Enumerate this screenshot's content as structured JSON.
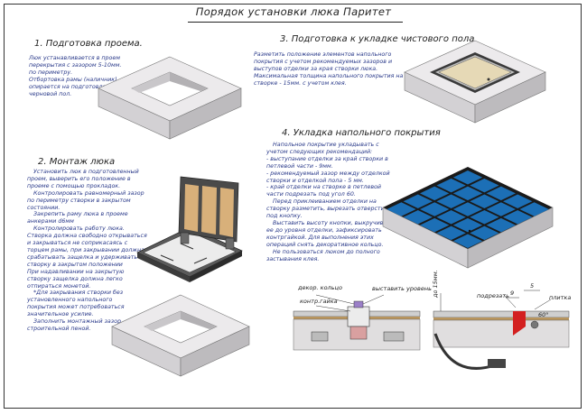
{
  "title": "Порядок установки люка Паритет",
  "steps": {
    "s1": {
      "heading": "1. Подготовка проема.",
      "lines": [
        "Люк устанавливается в проем",
        "перекрытия с зазором 5-10мм.",
        "по периметру.",
        "Отбортовка рамы (наличник)",
        "опирается на подготовленный",
        "черновой пол."
      ]
    },
    "s2": {
      "heading": "2. Монтаж люка",
      "lines": [
        "Установить люк в подготовленный",
        "проем, выверить его положение в",
        "проеме с помощью прокладок.",
        "Контролировать равномерный зазор",
        "по периметру створки в закрытом",
        "состоянии.",
        "Закрепить раму люка в проеме",
        "анкерами d6мм",
        "Контролировать работу люка.",
        "Створка должна свободно открываться",
        "и закрываться не соприкасаясь с",
        "торцем рамы, при закрывании должна",
        "срабатывать защелка и удерживать",
        "створку в закрытом положении",
        "При надавливании на закрытую",
        "створку защелка должна легко",
        "отпираться монетой.",
        "*Для закрывания створки без",
        "установленного напольного",
        "покрытия может потребоваться",
        "значительное усилие.",
        "Заполнить монтажный зазор",
        "строительной пеной."
      ]
    },
    "s3": {
      "heading": "3. Подготовка к укладке чистового пола",
      "lines": [
        "Разметить положение элементов напольного",
        "покрытия с учетом рекомендуемых зазоров и",
        "выступов отделки за края створки люка.",
        "Максимальная толщина напольного покрытия на",
        "створке - 15мм. с учетом клея."
      ]
    },
    "s4": {
      "heading": "4. Укладка напольного покрытия",
      "lines": [
        "Напольное покрытие укладывать с",
        "учетом следующих рекомендаций:",
        "- выступание отделки за край створки в",
        "петлевой части - 9мм.",
        "- рекомендуемый зазор между отделкой",
        "створки и отделкой пола - 5 мм.",
        "- край отделки на створке в петлевой",
        "части подрезать под угол 60.",
        "Перед приклеиванием отделки на",
        "створку разметить, вырезать отверстие",
        "под кнопку.",
        "Выставить высоту кнопки, выкручивая",
        "ее до уровня отделки, зафиксировать",
        "контргайкой. Для выполнения этих",
        "операций снять декоративное кольцо.",
        "Не пользоваться люком до полного",
        "застывания клея."
      ]
    }
  },
  "detail_labels": {
    "decor_ring": "декор. кольцо",
    "set_level": "выставить уровень",
    "locknut": "контр.гайка",
    "dim_15": "до 15мм.",
    "trim": "подрезать",
    "dim_9": "9",
    "dim_5": "5",
    "tile": "плитка",
    "angle": "60°"
  },
  "colors": {
    "ink": "#222222",
    "text_blue": "#2a3a8a",
    "concrete_top": "#eceaec",
    "concrete_front": "#d3d1d4",
    "concrete_side": "#bdbbbe",
    "tile_blue": "#1c6fb6",
    "tile_grout": "#1a1a1a",
    "board": "#d8b07a",
    "accent_red": "#d32020",
    "hinge_gray": "#6a6a6a"
  }
}
